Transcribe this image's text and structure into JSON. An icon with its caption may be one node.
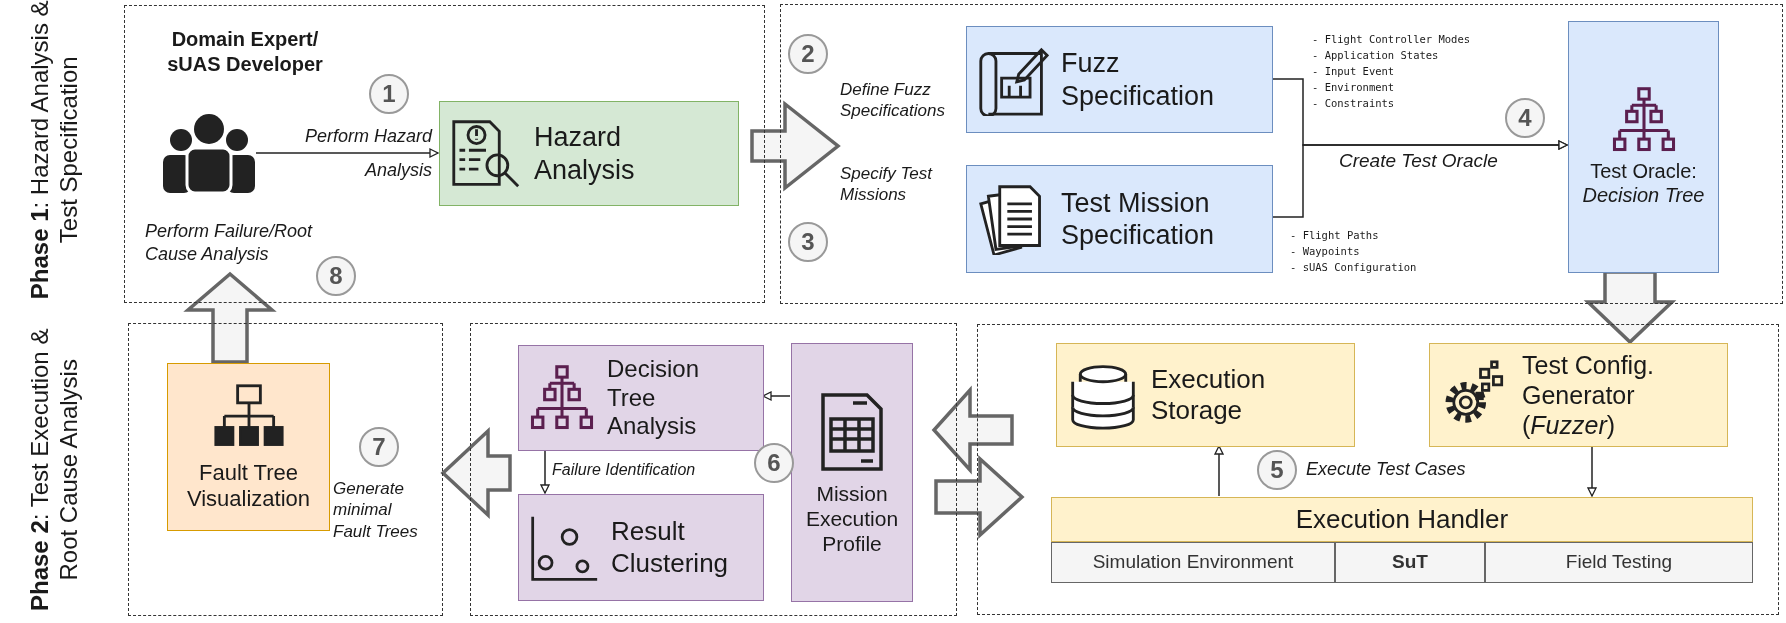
{
  "diagram": {
    "nodes": [
      {
        "text": [],
        "shape": "box"
      },
      {
        "text": [],
        "shape": "person",
        "in": 0,
        "beside": [
          "Domain Expert/ sUAS Developer"
        ]
      },
      {
        "text": [
          "Hazard Analysis"
        ],
        "in": 0
      },
      {
        "text": [],
        "shape": "box"
      },
      {
        "text": [
          "Fuzz Specification"
        ],
        "in": 3
      },
      {
        "text": [
          "Test Mission Specification"
        ],
        "in": 3
      },
      {
        "text": [
          "Test Oracle: *Decision Tree*"
        ],
        "in": 3
      },
      {
        "text": [],
        "shape": "box"
      },
      {
        "text": [
          "Fault Tree Visualization"
        ],
        "in": 7
      },
      {
        "text": [],
        "shape": "box"
      },
      {
        "text": [
          "Decision Tree Analysis"
        ],
        "in": 9
      },
      {
        "text": [
          "Result Clustering"
        ],
        "in": 9
      },
      {
        "text": [
          "Mission Execution Profile"
        ],
        "in": 9
      },
      {
        "text": [],
        "shape": "box"
      },
      {
        "text": [
          "Execution Storage"
        ],
        "in": 13
      },
      {
        "text": [
          "Test Config. Generator (*Fuzzer*)"
        ],
        "in": 13
      },
      {
        "text": [
          "Execution Handler"
        ],
        "in": 13
      },
      {
        "text": [
          "Simulation Environment"
        ],
        "in": 13
      },
      {
        "text": [
          "SuT"
        ],
        "in": 13
      },
      {
        "text": [
          "Field Testing"
        ],
        "in": 13
      }
    ],
    "edges": [
      {
        "from": 1,
        "to": 2,
        "arrow": "to",
        "label": "Perform Hazard Analysis"
      },
      {
        "from": 0,
        "to": 3,
        "arrow": "to",
        "style": "thick"
      },
      {
        "from": 4,
        "to": 6,
        "arrow": "to",
        "label": "Create Test Oracle"
      },
      {
        "from": 5,
        "to": 6,
        "arrow": "to"
      },
      {
        "from": 6,
        "to": 15,
        "arrow": "to",
        "style": "thick"
      },
      {
        "from": 16,
        "to": 14,
        "arrow": "to"
      },
      {
        "from": 15,
        "to": 16,
        "arrow": "to"
      },
      {
        "from": 13,
        "to": 9,
        "arrow": "to",
        "style": "thick"
      },
      {
        "from": 9,
        "to": 13,
        "arrow": "to",
        "style": "thick"
      },
      {
        "from": 12,
        "to": 10,
        "arrow": "to"
      },
      {
        "from": 10,
        "to": 11,
        "arrow": "to",
        "label": "Failure Identification"
      },
      {
        "from": 9,
        "to": 7,
        "arrow": "to",
        "style": "thick"
      },
      {
        "from": 8,
        "to": 0,
        "arrow": "to",
        "style": "thick"
      }
    ],
    "labels": [
      "**Phase 1**: Hazard Analysis & Test Specification",
      "1",
      "2",
      "Define Fuzz Specifications",
      "- Flight Controller Modes",
      "- Application States",
      "- Input Event",
      "- Environment",
      "- Constraints",
      "4",
      "Specify Test Missions",
      "3",
      "- Flight Paths",
      "- Waypoints",
      "- sUAS Configuration",
      "Perform Failure/Root Cause Analysis",
      "8",
      "**Phase 2**: Test Execution & Root Cause Analysis",
      "7",
      "Generate minimal Fault Trees",
      "6",
      "5",
      "Execute Test Cases"
    ]
  }
}
